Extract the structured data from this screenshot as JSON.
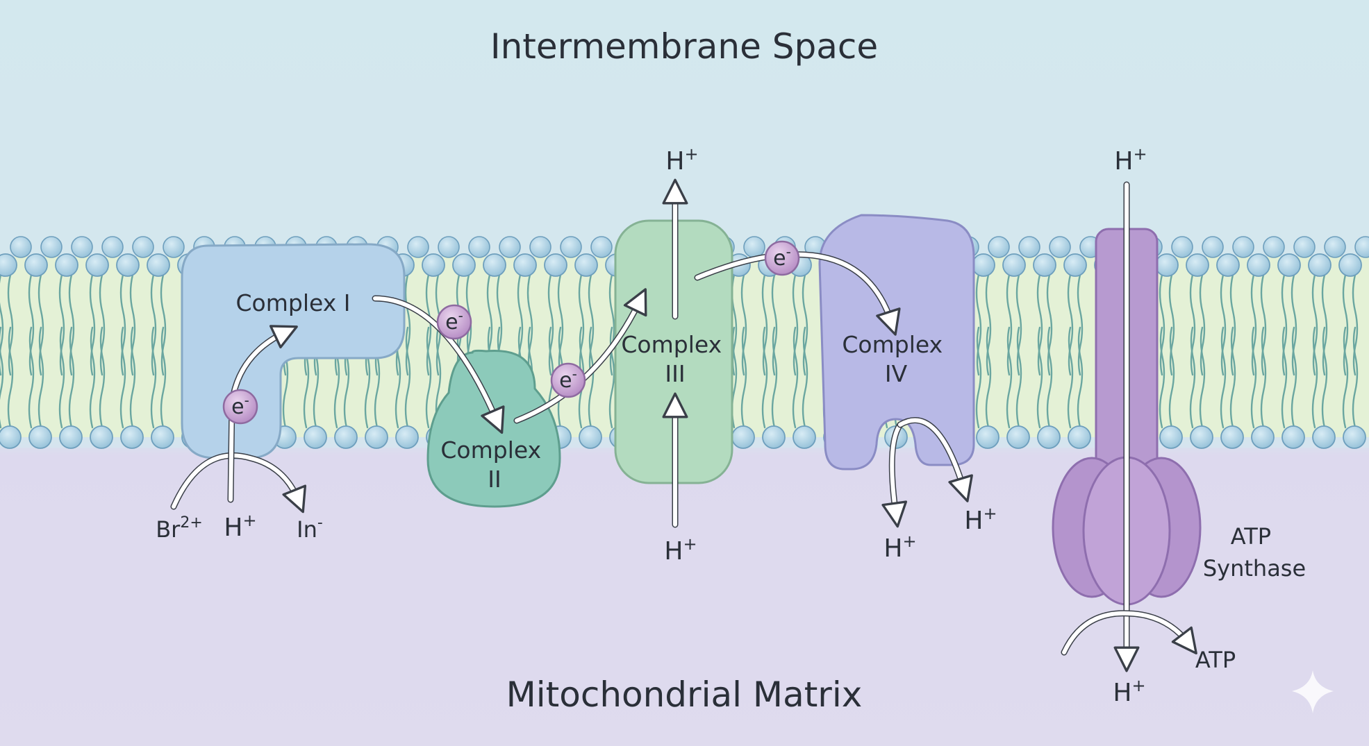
{
  "regions": {
    "top": "Intermembrane Space",
    "bottom": "Mitochondrial Matrix"
  },
  "complexes": {
    "c1": "Complex I",
    "c2": [
      "Complex",
      "II"
    ],
    "c3": [
      "Complex",
      "III"
    ],
    "c4": [
      "Complex",
      "IV"
    ],
    "atp_synthase": [
      "ATP",
      "Synthase"
    ]
  },
  "ions": {
    "proton_base": "H",
    "proton_sup": "+",
    "electron_base": "e",
    "electron_sup": "-",
    "bromine_base": "Br",
    "bromine_sup": "2+",
    "iodide_base": "In",
    "iodide_sup": "-",
    "atp": "ATP"
  },
  "colors": {
    "intermembrane_bg": "#d3e8ee",
    "matrix_bg": "#ddd9ee",
    "lipid_head": "#a9cfe2",
    "lipid_head_stroke": "#6e9fbd",
    "lipid_tail_band": "#e4f1d6",
    "complex1": "#b5d2ea",
    "complex2": "#8ccaba",
    "complex3": "#b3dbbf",
    "complex4": "#b8b9e6",
    "atp_synthase": "#b79ad0",
    "electron": "#c9a6d2"
  }
}
